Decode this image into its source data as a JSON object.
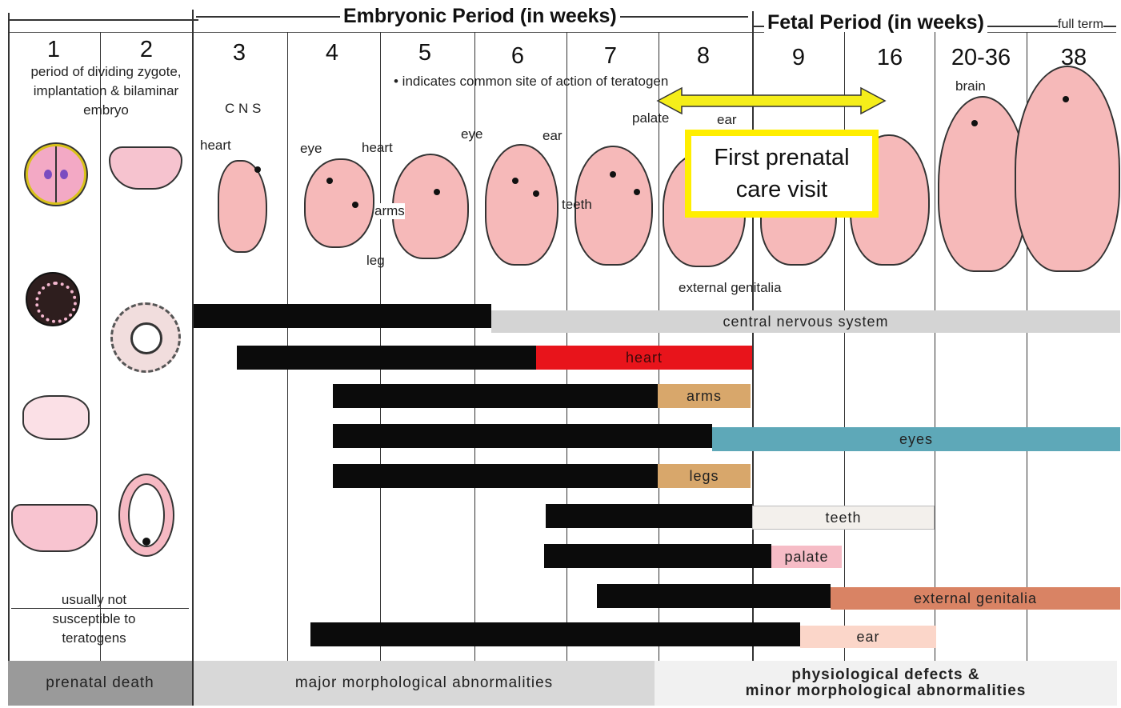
{
  "header": {
    "embryonic": "Embryonic Period (in weeks)",
    "fetal": "Fetal Period (in weeks)",
    "full_term": "full term"
  },
  "weeks": [
    "1",
    "2",
    "3",
    "4",
    "5",
    "6",
    "7",
    "8",
    "9",
    "16",
    "20-36",
    "38"
  ],
  "notes": {
    "period_text": "period of dividing zygote, implantation & bilaminar embryo",
    "indicates": "• indicates common site of action of teratogen",
    "not_susceptible": "usually not susceptible to teratogens"
  },
  "callout": "First prenatal care visit",
  "embryo_labels": {
    "cns": "C N S",
    "heart1": "heart",
    "eye1": "eye",
    "heart2": "heart",
    "eye2": "eye",
    "ear1": "ear",
    "arms": "arms",
    "leg": "leg",
    "teeth": "teeth",
    "palate": "palate",
    "ear2": "ear",
    "external_genitalia": "external genitalia",
    "brain": "brain"
  },
  "bars": [
    {
      "name": "central nervous system",
      "color": "#d4d4d4"
    },
    {
      "name": "heart",
      "color": "#e8141b"
    },
    {
      "name": "arms",
      "color": "#d8a76b"
    },
    {
      "name": "eyes",
      "color": "#5ea8b8"
    },
    {
      "name": "legs",
      "color": "#d8a76b"
    },
    {
      "name": "teeth",
      "color": "#f3f0ec"
    },
    {
      "name": "palate",
      "color": "#f6bcc6"
    },
    {
      "name": "external genitalia",
      "color": "#d98364"
    },
    {
      "name": "ear",
      "color": "#fbd6c9"
    }
  ],
  "footer": {
    "left": "prenatal death",
    "middle": "major morphological abnormalities",
    "right_line1": "physiological defects &",
    "right_line2": "minor morphological abnormalities"
  },
  "colors": {
    "embryo_pink": "#f6b9b9",
    "callout_border": "#ffee00",
    "arrow_fill": "#f5ee1a",
    "footer_dark": "#9a9a9a",
    "footer_mid": "#d8d8d8"
  }
}
